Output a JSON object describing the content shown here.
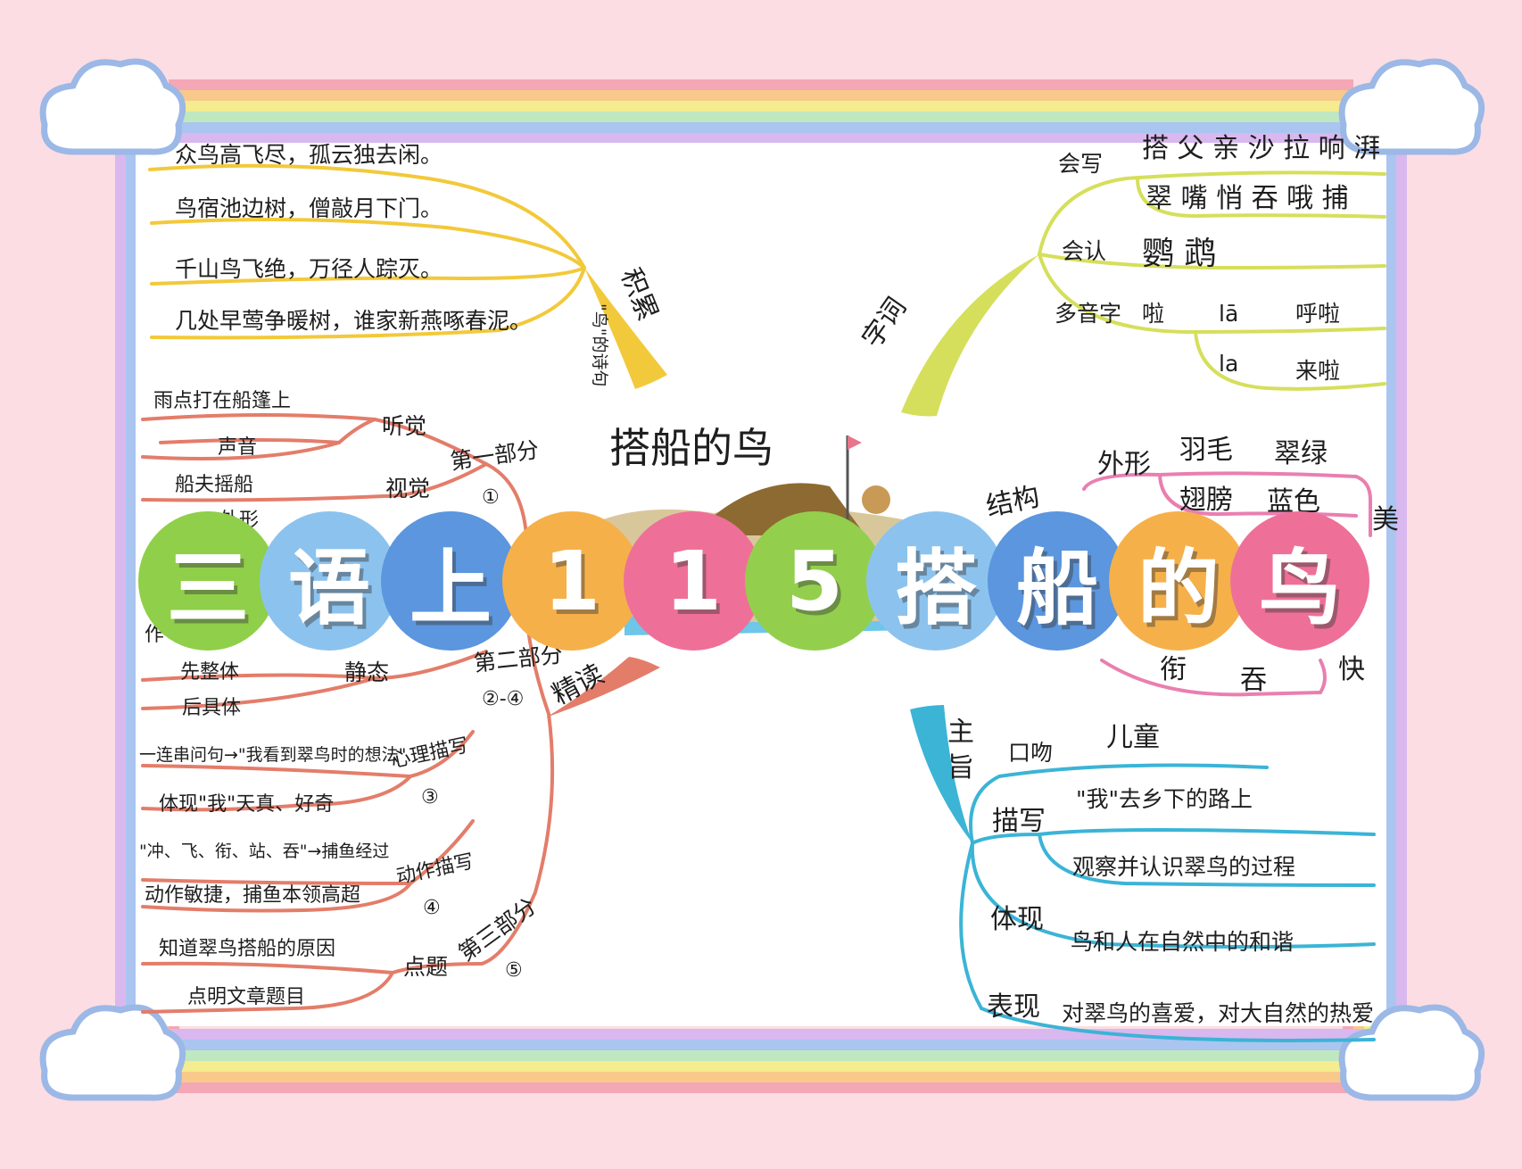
{
  "banner": {
    "chars": [
      "三",
      "语",
      "上",
      "1",
      "1",
      "5",
      "搭",
      "船",
      "的",
      "鸟"
    ],
    "colors": [
      "#8fcf49",
      "#8cc3ee",
      "#5b96de",
      "#f6b04a",
      "#ee7098",
      "#93cf4d",
      "#8cc3ee",
      "#5b96de",
      "#f6b04a",
      "#ee7098"
    ]
  },
  "center": {
    "title": "搭船的鸟"
  },
  "accumulation": {
    "label": "积累",
    "sublabel": "\"鸟\"的诗句",
    "color": "#f2c93a",
    "lines": [
      "众鸟高飞尽，孤云独去闲。",
      "鸟宿池边树，僧敲月下门。",
      "千山鸟飞绝，万径人踪灭。",
      "几处早莺争暖树，谁家新燕啄春泥。"
    ]
  },
  "characters": {
    "label": "字词",
    "color": "#d5df5b",
    "write_label": "会写",
    "write_line1": "搭 父 亲 沙 拉 响 湃",
    "write_line2": "翠 嘴 悄 吞 哦 捕",
    "read_label": "会认",
    "read_chars": "鹦 鹉",
    "poly_label": "多音字",
    "poly_char": "啦",
    "pron1": "lā",
    "word1": "呼啦",
    "pron2": "la",
    "word2": "来啦"
  },
  "structure": {
    "label": "结构",
    "color": "#e97fb0",
    "appearance": "外形",
    "items": [
      "羽毛",
      "翠绿",
      "翅膀",
      "蓝色",
      "美",
      "衔",
      "吞",
      "快"
    ]
  },
  "close_reading": {
    "label": "精读",
    "color": "#e37d6a",
    "part1": "第一部分",
    "part1_num": "①",
    "hearing": "听觉",
    "sight": "视觉",
    "rain": "雨点打在船篷上",
    "sound": "声音",
    "boatman": "船夫摇船",
    "fragment": "外形",
    "part2": "第二部分",
    "part2_num": "②-④",
    "static": "静态",
    "whole_first": "先整体",
    "parts_later": "后具体",
    "partial_work": "作",
    "psych": "心理描写",
    "psych_line1": "一连串问句→\"我看到翠鸟时的想法\"",
    "psych_line2": "体现\"我\"天真、好奇",
    "num3": "③",
    "action": "动作描写",
    "action_line1": "\"冲、飞、衔、站、吞\"→捕鱼经过",
    "action_line2": "动作敏捷，捕鱼本领高超",
    "num4": "④",
    "part3": "第三部分",
    "part3_num": "⑤",
    "point": "点题",
    "reason": "知道翠鸟搭船的原因",
    "title_line": "点明文章题目"
  },
  "theme": {
    "label": "主旨",
    "color": "#3bb4d6",
    "tone_label": "口吻",
    "tone": "儿童",
    "describe_label": "描写",
    "describe1": "\"我\"去乡下的路上",
    "describe2": "观察并认识翠鸟的过程",
    "reflect_label": "体现",
    "reflect": "鸟和人在自然中的和谐",
    "express_label": "表现",
    "express": "对翠鸟的喜爱，对大自然的热爱"
  }
}
